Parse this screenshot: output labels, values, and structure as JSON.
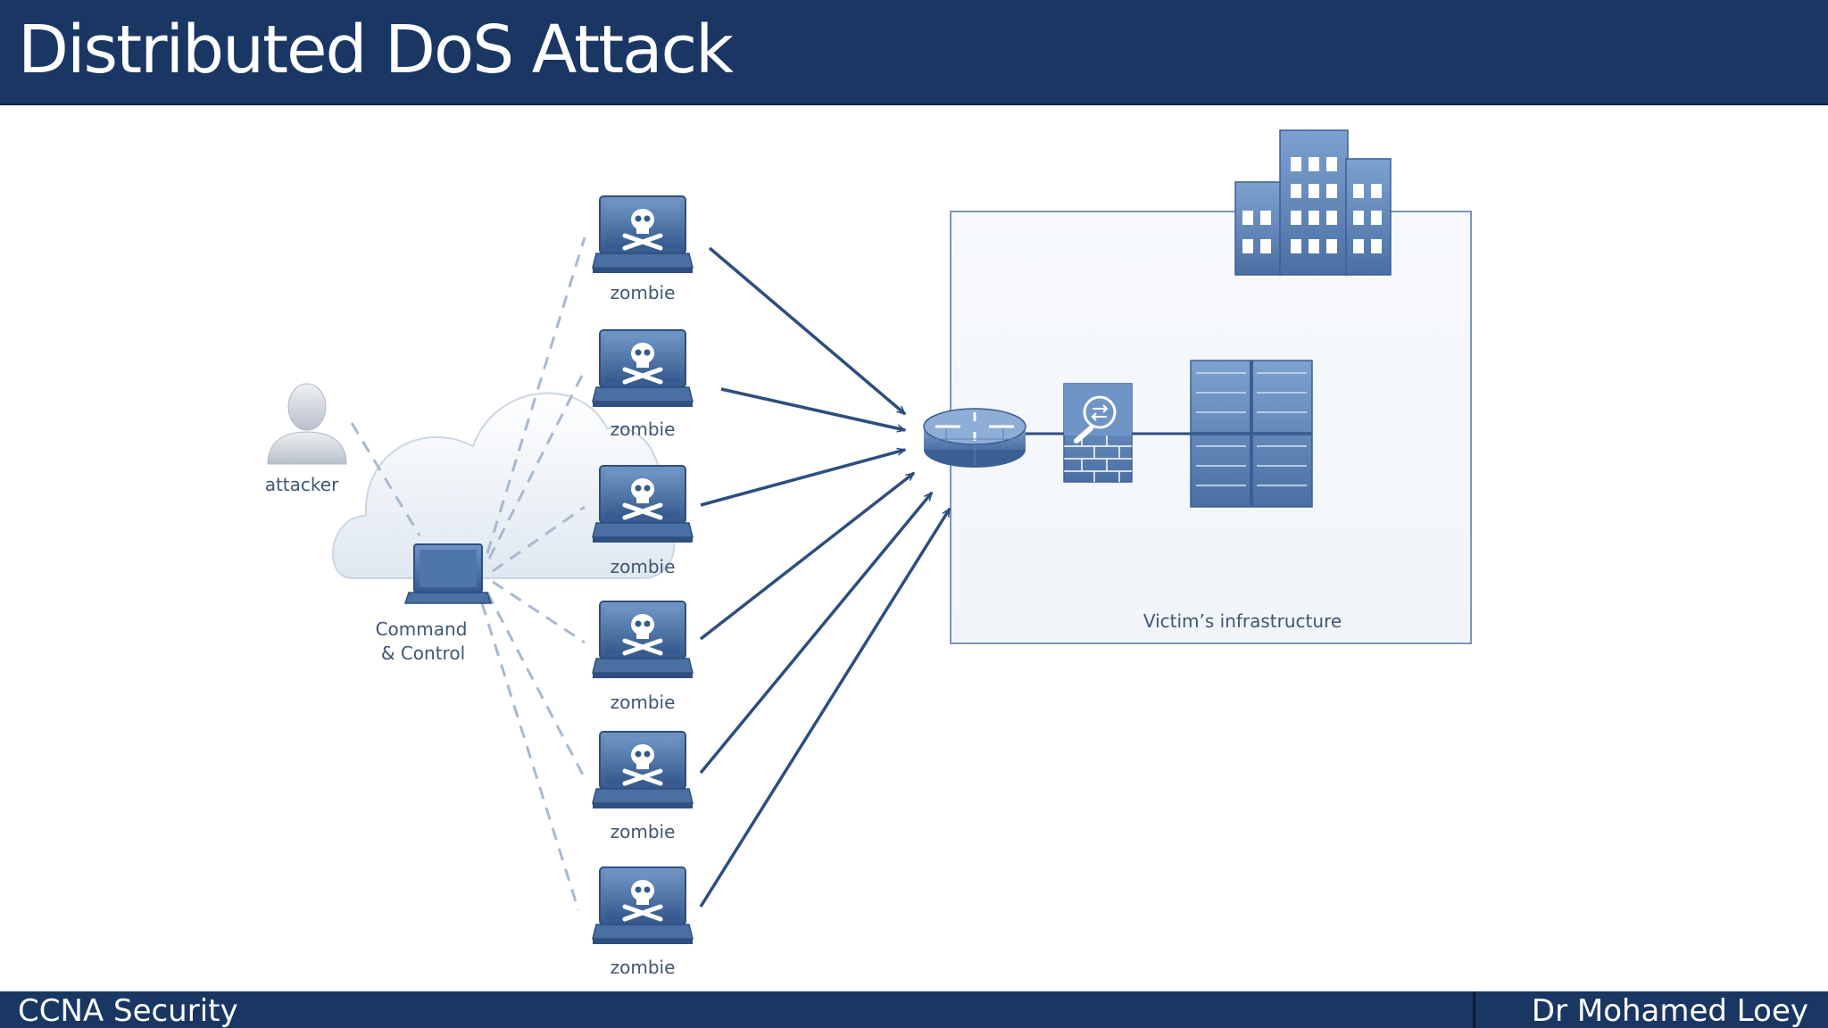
{
  "slide": {
    "title": "Distributed DoS Attack",
    "footer_left": "CCNA Security",
    "footer_right": "Dr Mohamed Loey"
  },
  "diagram": {
    "attacker_label": "attacker",
    "cnc_label_line1": "Command",
    "cnc_label_line2": "& Control",
    "zombies": [
      {
        "label": "zombie"
      },
      {
        "label": "zombie"
      },
      {
        "label": "zombie"
      },
      {
        "label": "zombie"
      },
      {
        "label": "zombie"
      },
      {
        "label": "zombie"
      }
    ],
    "victim_label": "Victim’s infrastructure",
    "icons": {
      "attacker": "user-icon",
      "cloud": "cloud-icon",
      "cnc": "laptop-icon",
      "zombie": "skull-laptop-icon",
      "router": "router-icon",
      "firewall": "firewall-icon",
      "servers": "server-rack-icon",
      "building": "building-icon"
    },
    "colors": {
      "title_bar": "#1a3764",
      "arrow": "#2d4e7e",
      "device": "#5a7fb0",
      "box_border": "#7d95b8"
    }
  }
}
